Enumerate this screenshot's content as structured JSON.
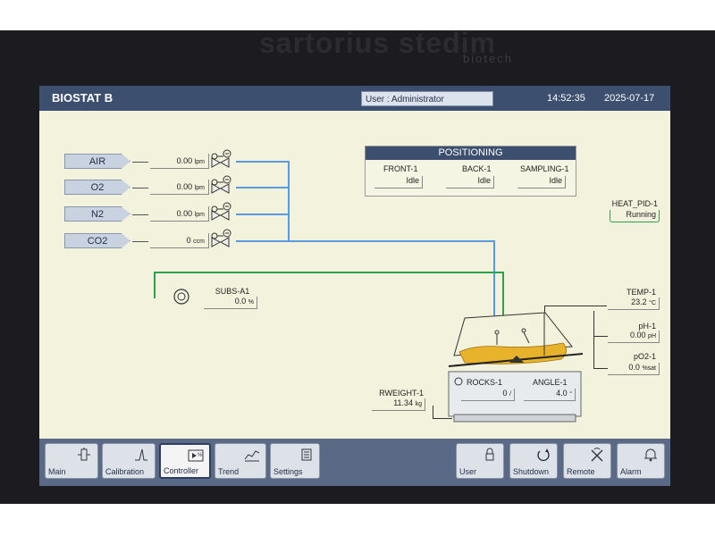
{
  "bezel": {
    "brand": "sartorius stedim",
    "brand_sub": "biotech"
  },
  "header": {
    "title": "BIOSTAT B",
    "user": "User : Administrator",
    "time": "14:52:35",
    "date": "2025-07-17"
  },
  "gases": [
    {
      "label": "AIR",
      "value": "0.00",
      "unit": "lpm"
    },
    {
      "label": "O2",
      "value": "0.00",
      "unit": "lpm"
    },
    {
      "label": "N2",
      "value": "0.00",
      "unit": "lpm"
    },
    {
      "label": "CO2",
      "value": "0",
      "unit": "ccm"
    }
  ],
  "positioning": {
    "title": "POSITIONING",
    "items": [
      {
        "name": "FRONT-1",
        "value": "Idle"
      },
      {
        "name": "BACK-1",
        "value": "Idle"
      },
      {
        "name": "SAMPLING-1",
        "value": "Idle"
      }
    ]
  },
  "heat_pid": {
    "name": "HEAT_PID-1",
    "value": "Running"
  },
  "subs": {
    "name": "SUBS-A1",
    "value": "0.0",
    "unit": "%"
  },
  "sensors": [
    {
      "name": "TEMP-1",
      "value": "23.2",
      "unit": "°C"
    },
    {
      "name": "pH-1",
      "value": "0.00",
      "unit": "pH"
    },
    {
      "name": "pO2-1",
      "value": "0.0",
      "unit": "%sat"
    }
  ],
  "rocker": {
    "rocks_label": "ROCKS-1",
    "rocks_value": "0",
    "rocks_unit": "/",
    "angle_label": "ANGLE-1",
    "angle_value": "4.0",
    "angle_unit": "°"
  },
  "rweight": {
    "name": "RWEIGHT-1",
    "value": "11.34",
    "unit": "kg"
  },
  "footer": {
    "left": [
      {
        "label": "Main",
        "icon": "main-icon"
      },
      {
        "label": "Calibration",
        "icon": "calibration-icon"
      },
      {
        "label": "Controller",
        "icon": "controller-icon"
      },
      {
        "label": "Trend",
        "icon": "trend-icon"
      },
      {
        "label": "Settings",
        "icon": "settings-icon"
      }
    ],
    "right": [
      {
        "label": "User",
        "icon": "lock-icon"
      },
      {
        "label": "Shutdown",
        "icon": "shutdown-icon"
      },
      {
        "label": "Remote",
        "icon": "remote-icon"
      },
      {
        "label": "Alarm",
        "icon": "bell-icon"
      }
    ]
  },
  "colors": {
    "header": "#3d4f6e",
    "screen_bg": "#f2f2dd",
    "gas_line": "#5a9be0",
    "feed_line": "#2ea24a",
    "culture": "#e8b32a"
  }
}
